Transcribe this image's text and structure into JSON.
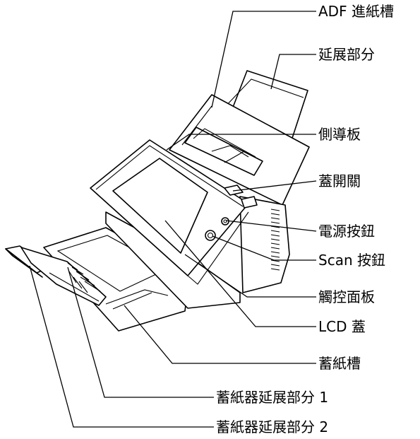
{
  "labels": {
    "adf_chute": "ADF 進紙槽",
    "extension": "延展部分",
    "side_guide": "側導板",
    "cover_open_lever": "蓋開關",
    "power_button": "電源按鈕",
    "scan_button": "Scan 按鈕",
    "touch_panel": "觸控面板",
    "lcd_cover": "LCD 蓋",
    "stacker": "蓄紙槽",
    "stacker_ext1": "蓄紙器延展部分 1",
    "stacker_ext2": "蓄紙器延展部分 2"
  }
}
